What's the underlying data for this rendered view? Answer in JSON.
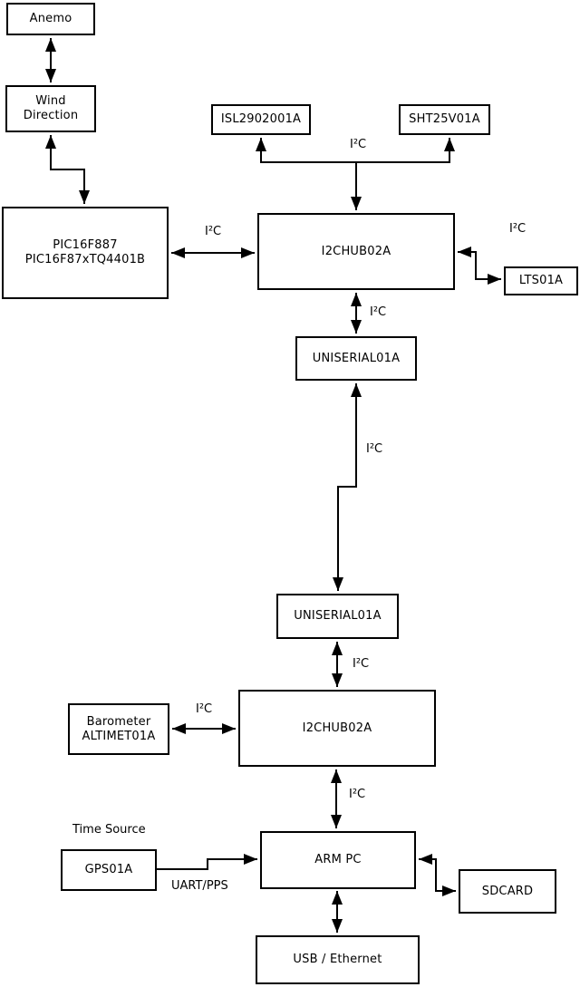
{
  "diagram": {
    "nodes": {
      "anemo": {
        "label": "Anemo"
      },
      "wind_direction": {
        "line1": "Wind",
        "line2": "Direction"
      },
      "pic": {
        "line1": "PIC16F887",
        "line2": "PIC16F87xTQ4401B"
      },
      "isl": {
        "label": "ISL2902001A"
      },
      "sht": {
        "label": "SHT25V01A"
      },
      "i2chub_top": {
        "label": "I2CHUB02A"
      },
      "lts": {
        "label": "LTS01A"
      },
      "uniserial_top": {
        "label": "UNISERIAL01A"
      },
      "uniserial_bottom": {
        "label": "UNISERIAL01A"
      },
      "i2chub_bottom": {
        "label": "I2CHUB02A"
      },
      "barometer": {
        "line1": "Barometer",
        "line2": "ALTIMET01A"
      },
      "gps": {
        "label": "GPS01A"
      },
      "arm_pc": {
        "label": "ARM PC"
      },
      "sdcard": {
        "label": "SDCARD"
      },
      "usb_ethernet": {
        "label": "USB / Ethernet"
      }
    },
    "edge_labels": {
      "i2c": "I²C",
      "uart_pps": "UART/PPS",
      "time_source": "Time Source"
    },
    "colors": {
      "line": "#000000",
      "box_fill": "#ffffff",
      "background": "#ffffff",
      "text": "#000000"
    }
  }
}
